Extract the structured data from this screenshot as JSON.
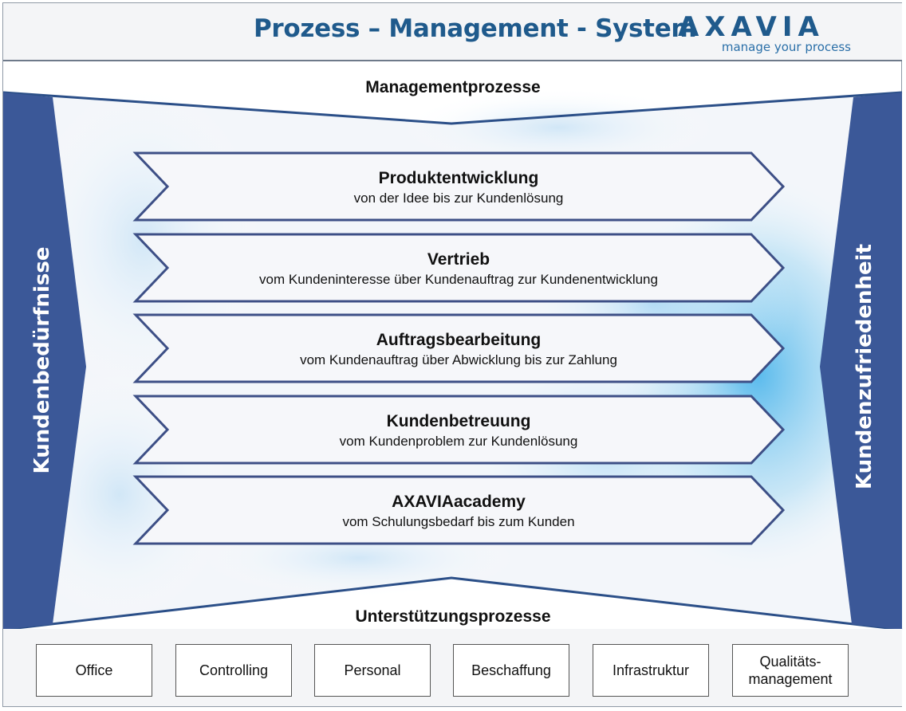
{
  "header": {
    "title": "Prozess – Management - System",
    "logo_word": "AXAVIA",
    "logo_tagline": "manage your process"
  },
  "labels": {
    "management": "Managementprozesse",
    "support": "Unterstützungsprozesse",
    "left_side": "Kundenbedürfnisse",
    "right_side": "Kundenzufriedenheit"
  },
  "processes": [
    {
      "title": "Produktentwicklung",
      "subtitle": "von der Idee bis zur Kundenlösung"
    },
    {
      "title": "Vertrieb",
      "subtitle": "vom Kundeninteresse über Kundenauftrag zur Kundenentwicklung"
    },
    {
      "title": "Auftragsbearbeitung",
      "subtitle": "vom Kundenauftrag über Abwicklung bis zur Zahlung"
    },
    {
      "title": "Kundenbetreuung",
      "subtitle": "vom Kundenproblem zur Kundenlösung"
    },
    {
      "title": "AXAVIAacademy",
      "subtitle": "vom Schulungsbedarf bis zum Kunden"
    }
  ],
  "support_boxes": [
    {
      "label": "Office"
    },
    {
      "label": "Controlling"
    },
    {
      "label": "Personal"
    },
    {
      "label": "Beschaffung"
    },
    {
      "label": "Infrastruktur"
    },
    {
      "label": "Qualitäts-\nmanagement"
    }
  ],
  "colors": {
    "primary_blue": "#1f5a8c",
    "side_panel": "#3b5898",
    "arrow_stroke": "#3d4f86",
    "cloud_blue": "#49b4ea"
  }
}
